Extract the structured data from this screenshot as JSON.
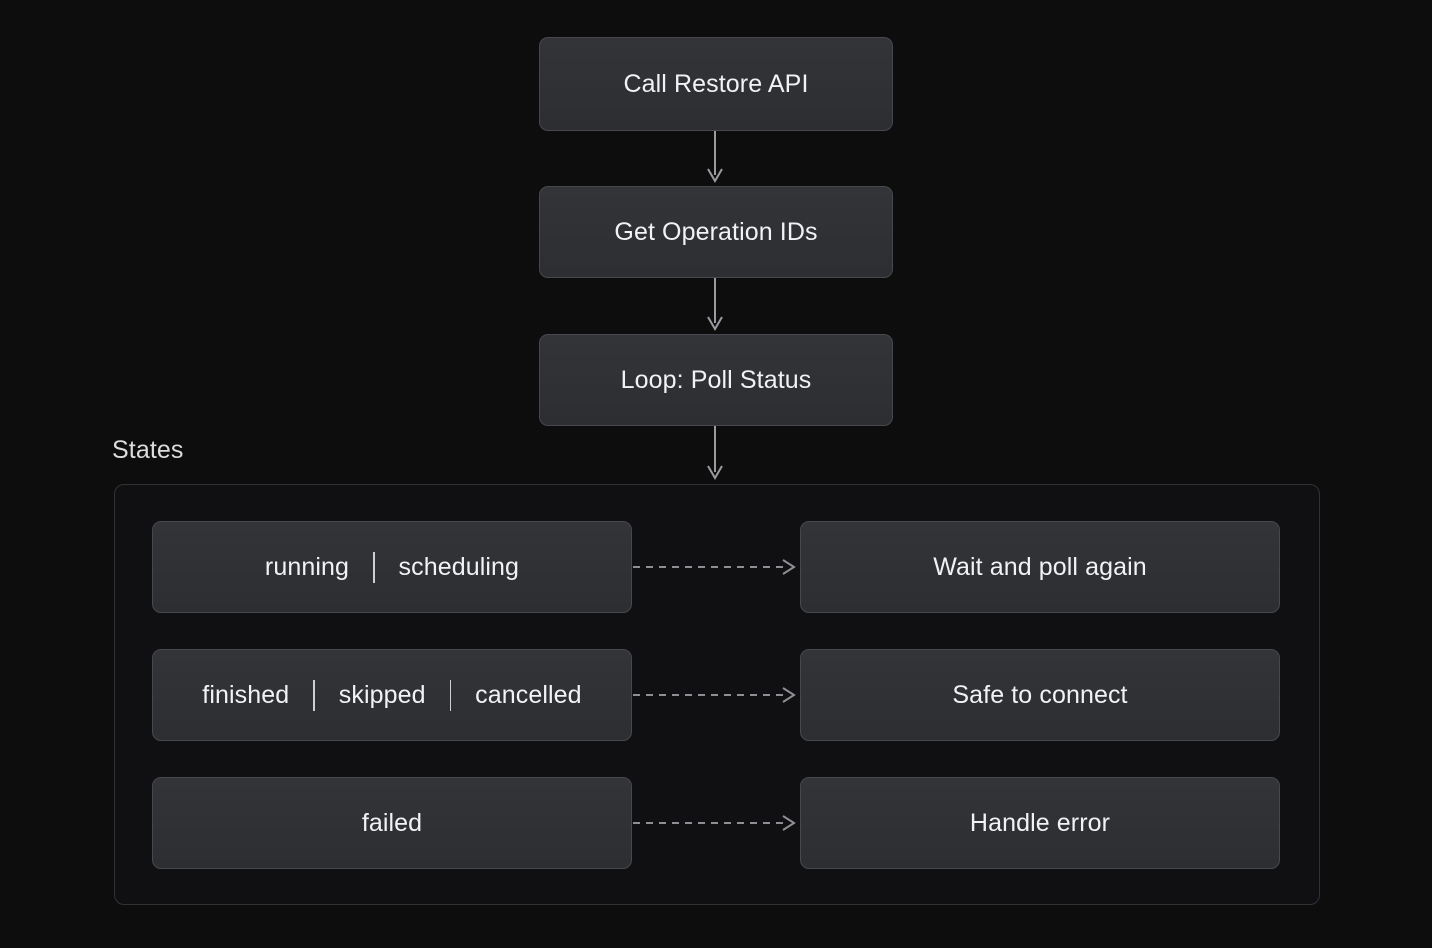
{
  "diagram": {
    "background_color": "#0d0d0d",
    "node_fill_color": "#2e3035",
    "node_border_color": "#46484d",
    "text_color": "#f2f2f4",
    "edge_color": "#9a9aa0",
    "flow": [
      {
        "id": "call-restore-api",
        "label": "Call Restore API"
      },
      {
        "id": "get-operation-ids",
        "label": "Get Operation IDs"
      },
      {
        "id": "loop-poll-status",
        "label": "Loop: Poll Status"
      }
    ],
    "subgraph": {
      "label": "States",
      "rows": [
        {
          "id": "running",
          "states": [
            "running",
            "scheduling"
          ],
          "separator": "|",
          "action": "Wait and poll again",
          "edge_style": "dashed"
        },
        {
          "id": "finished",
          "states": [
            "finished",
            "skipped",
            "cancelled"
          ],
          "separator": "|",
          "action": "Safe to connect",
          "edge_style": "dashed"
        },
        {
          "id": "failed",
          "states": [
            "failed"
          ],
          "separator": "|",
          "action": "Handle error",
          "edge_style": "dashed"
        }
      ]
    }
  }
}
